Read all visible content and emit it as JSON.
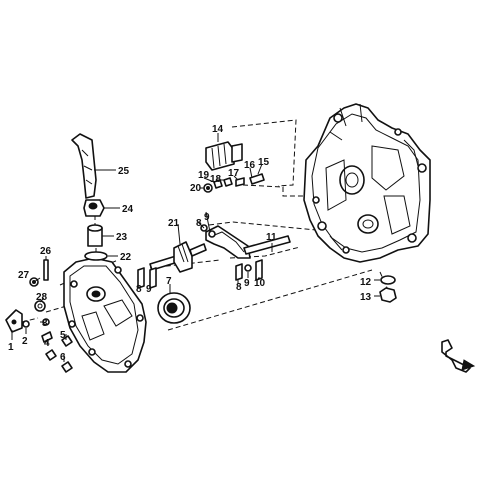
{
  "callouts": [
    {
      "id": "c1",
      "label": "1"
    },
    {
      "id": "c2",
      "label": "2"
    },
    {
      "id": "c3",
      "label": "3"
    },
    {
      "id": "c4",
      "label": "4"
    },
    {
      "id": "c5",
      "label": "5"
    },
    {
      "id": "c6",
      "label": "6"
    },
    {
      "id": "c7",
      "label": "7"
    },
    {
      "id": "c8a",
      "label": "8"
    },
    {
      "id": "c8b",
      "label": "8"
    },
    {
      "id": "c8c",
      "label": "8"
    },
    {
      "id": "c9a",
      "label": "9"
    },
    {
      "id": "c9b",
      "label": "9"
    },
    {
      "id": "c9c",
      "label": "9"
    },
    {
      "id": "c10",
      "label": "10"
    },
    {
      "id": "c11",
      "label": "11"
    },
    {
      "id": "c12",
      "label": "12"
    },
    {
      "id": "c13",
      "label": "13"
    },
    {
      "id": "c14",
      "label": "14"
    },
    {
      "id": "c15",
      "label": "15"
    },
    {
      "id": "c16",
      "label": "16"
    },
    {
      "id": "c17",
      "label": "17"
    },
    {
      "id": "c18",
      "label": "18"
    },
    {
      "id": "c19",
      "label": "19"
    },
    {
      "id": "c20",
      "label": "20"
    },
    {
      "id": "c21",
      "label": "21"
    },
    {
      "id": "c22",
      "label": "22"
    },
    {
      "id": "c23",
      "label": "23"
    },
    {
      "id": "c24",
      "label": "24"
    },
    {
      "id": "c25",
      "label": "25"
    },
    {
      "id": "c26",
      "label": "26"
    },
    {
      "id": "c27",
      "label": "27"
    },
    {
      "id": "c28",
      "label": "28"
    }
  ]
}
